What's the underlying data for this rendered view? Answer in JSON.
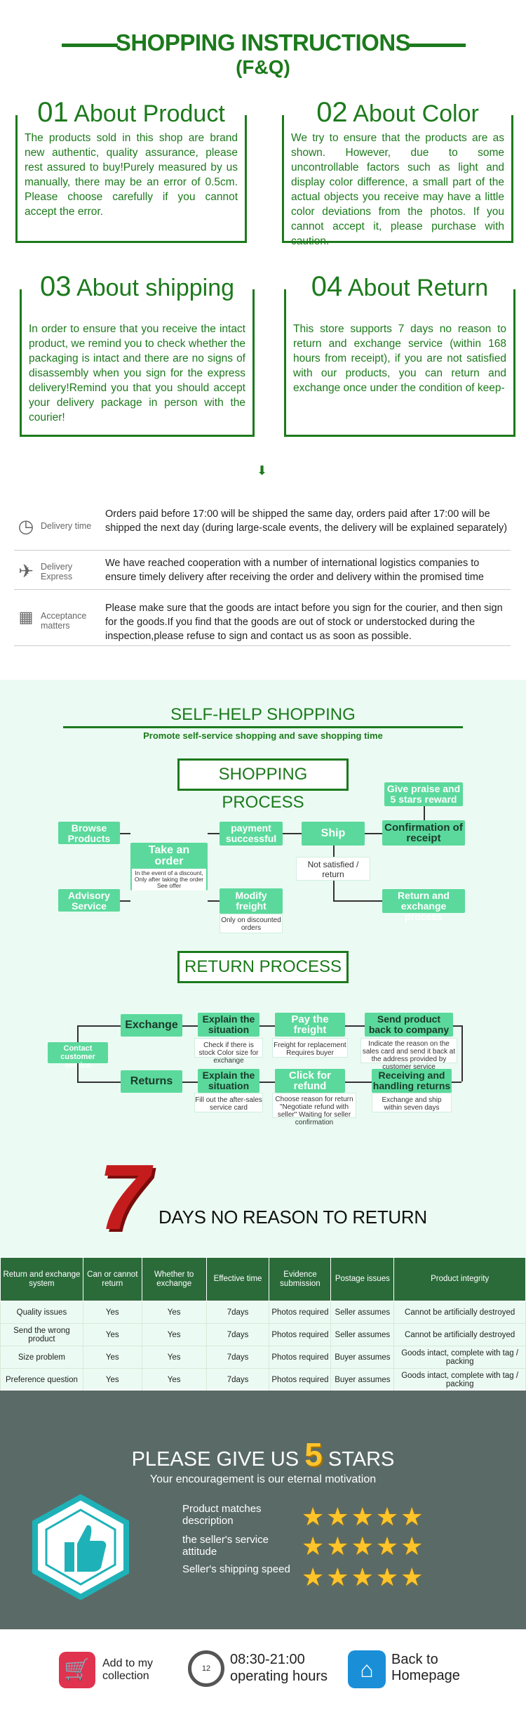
{
  "header": {
    "title": "SHOPPING INSTRUCTIONS",
    "subtitle": "(F&Q)"
  },
  "boxes": [
    {
      "num": "01",
      "title": "About Product",
      "text": "The products sold in this shop are brand new authentic, quality assurance, please rest assured to buy!Purely measured by us manually, there may be an error of 0.5cm. Please choose carefully if you cannot accept the error."
    },
    {
      "num": "02",
      "title": "About Color",
      "text": "We try to ensure that the products are as shown. However, due to some uncontrollable factors such as light and display color difference, a small part of the actual objects you receive may have a little color deviations from the photos. If you cannot accept it, please purchase with caution."
    },
    {
      "num": "03",
      "title": "About shipping",
      "text": "In order to ensure that you receive the intact product, we remind you to check whether the packaging is intact and there are no signs of disassembly when you sign for the express delivery!Remind you that you should accept your delivery package in person with the courier!"
    },
    {
      "num": "04",
      "title": "About Return",
      "text": "This store supports 7 days no reason to return and exchange service (within 168 hours from receipt), if you are not satisfied with our products, you can return and exchange once under the condition of keep-"
    }
  ],
  "info": [
    {
      "label": "Delivery time",
      "text": "Orders paid before 17:00 will be shipped the same day, orders paid after 17:00 will be shipped the next day (during large-scale events, the delivery will be explained separately)"
    },
    {
      "label": "Delivery Express",
      "text": "We have reached cooperation with a number of international logistics companies to ensure timely delivery after receiving the order and delivery within the promised time"
    },
    {
      "label": "Acceptance matters",
      "text": "Please make sure that the goods are intact before you sign for the courier, and then sign for the goods.If you find that the goods are out of stock or understocked during the inspection,please refuse to sign and contact us as soon as possible."
    }
  ],
  "selfhelp": {
    "title": "SELF-HELP SHOPPING",
    "subtitle": "Promote self-service shopping and save shopping time"
  },
  "process": {
    "title": "SHOPPING PROCESS",
    "browse": "Browse Products",
    "advisory": "Advisory Service",
    "take_order": "Take an order",
    "take_note": "In the event of a discount, Only after taking the order See offer",
    "payment": "payment successful",
    "modify": "Modify freight",
    "modify_note": "Only on discounted orders",
    "ship": "Ship",
    "not_satisfied": "Not satisfied / return",
    "confirm": "Confirmation of receipt",
    "praise": "Give praise and 5 stars reward",
    "return_ex": "Return and exchange process"
  },
  "return_process": {
    "title": "RETURN PROCESS",
    "contact": "Contact customer service",
    "exchange": "Exchange",
    "returns": "Returns",
    "explain1": "Explain the situation",
    "explain1_note": "Check if there is stock Color size for exchange",
    "explain2": "Explain the situation",
    "explain2_note": "Fill out the after-sales service card",
    "pay": "Pay the freight",
    "pay_note": "Freight for replacement Requires buyer",
    "click": "Click for refund",
    "click_note": "Choose reason for return \"Negotiate refund with seller\" Waiting for seller confirmation",
    "send": "Send product back to company",
    "send_note": "Indicate the reason on the sales card and send it back at the address provided by customer service",
    "receive": "Receiving and handling returns",
    "receive_note": "Exchange and ship within seven days"
  },
  "seven": {
    "digit": "7",
    "text": "DAYS NO REASON TO RETURN"
  },
  "table": {
    "headers": [
      "Return and exchange system",
      "Can or cannot return",
      "Whether to exchange",
      "Effective time",
      "Evidence submission",
      "Postage issues",
      "Product integrity"
    ],
    "rows": [
      [
        "Quality issues",
        "Yes",
        "Yes",
        "7days",
        "Photos required",
        "Seller assumes",
        "Cannot be artificially destroyed"
      ],
      [
        "Send the wrong product",
        "Yes",
        "Yes",
        "7days",
        "Photos required",
        "Seller assumes",
        "Cannot be artificially destroyed"
      ],
      [
        "Size problem",
        "Yes",
        "Yes",
        "7days",
        "Photos required",
        "Buyer assumes",
        "Goods intact, complete with tag / packing"
      ],
      [
        "Preference question",
        "Yes",
        "Yes",
        "7days",
        "Photos required",
        "Buyer assumes",
        "Goods intact, complete with tag / packing"
      ]
    ]
  },
  "stars": {
    "title_a": "PLEASE GIVE US",
    "five": "5",
    "title_b": "STARS",
    "subtitle": "Your encouragement is our eternal motivation",
    "items": [
      {
        "label": "Product matches description",
        "stars": 5
      },
      {
        "label": "the seller's service attitude",
        "stars": 5
      },
      {
        "label": "Seller's shipping speed",
        "stars": 5
      }
    ]
  },
  "footer": {
    "collection": "Add to my collection",
    "hours": "08:30-21:00",
    "hours_label": "operating hours",
    "home": "Back to Homepage"
  },
  "colors": {
    "brand": "#1c7a1c",
    "accent": "#5bd99c",
    "dark": "#5a6b67",
    "star": "#ffc42a"
  }
}
